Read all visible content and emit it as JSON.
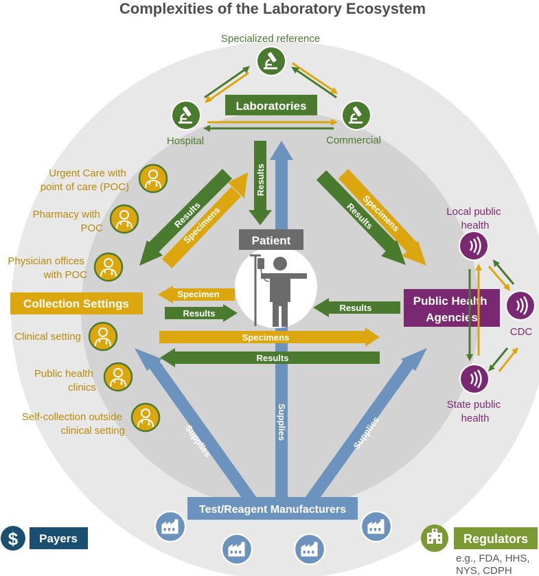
{
  "title": "Complexities of the Laboratory Ecosystem",
  "colors": {
    "green": "#4a7a2e",
    "gold": "#dca70e",
    "blue": "#6c92be",
    "purple": "#7a2871",
    "gray_dark": "#6b6b6b",
    "navy": "#1b4f72",
    "regulators_green": "#7c9a34",
    "outer_circle": "#e8e8e8",
    "inner_circle": "#d3d3d3",
    "gold_text": "#b88a08"
  },
  "laboratories": {
    "label": "Laboratories",
    "specialized": "Specialized reference",
    "hospital": "Hospital",
    "commercial": "Commercial"
  },
  "patient": {
    "label": "Patient"
  },
  "collection": {
    "label": "Collection Settings",
    "settings": [
      {
        "line1": "Urgent Care with",
        "line2": "point of care (POC)"
      },
      {
        "line1": "Pharmacy with",
        "line2": "POC"
      },
      {
        "line1": "Physician offices",
        "line2": "with POC"
      },
      {
        "line1": "Clinical setting",
        "line2": ""
      },
      {
        "line1": "Public health",
        "line2": "clinics"
      },
      {
        "line1": "Self-collection outside",
        "line2": "clinical setting"
      }
    ]
  },
  "public_health": {
    "line1": "Public Health",
    "line2": "Agencies",
    "local_line1": "Local public",
    "local_line2": "health",
    "cdc": "CDC",
    "state_line1": "State public",
    "state_line2": "health"
  },
  "arrows": {
    "results": "Results",
    "specimens": "Specimens",
    "specimen": "Specimen",
    "supplies": "Supplies"
  },
  "manufacturers": {
    "label": "Test/Reagent Manufacturers"
  },
  "payers": {
    "label": "Payers",
    "icon": "$"
  },
  "regulators": {
    "label": "Regulators",
    "line1": "e.g., FDA, HHS,",
    "line2": "NYS, CDPH"
  }
}
